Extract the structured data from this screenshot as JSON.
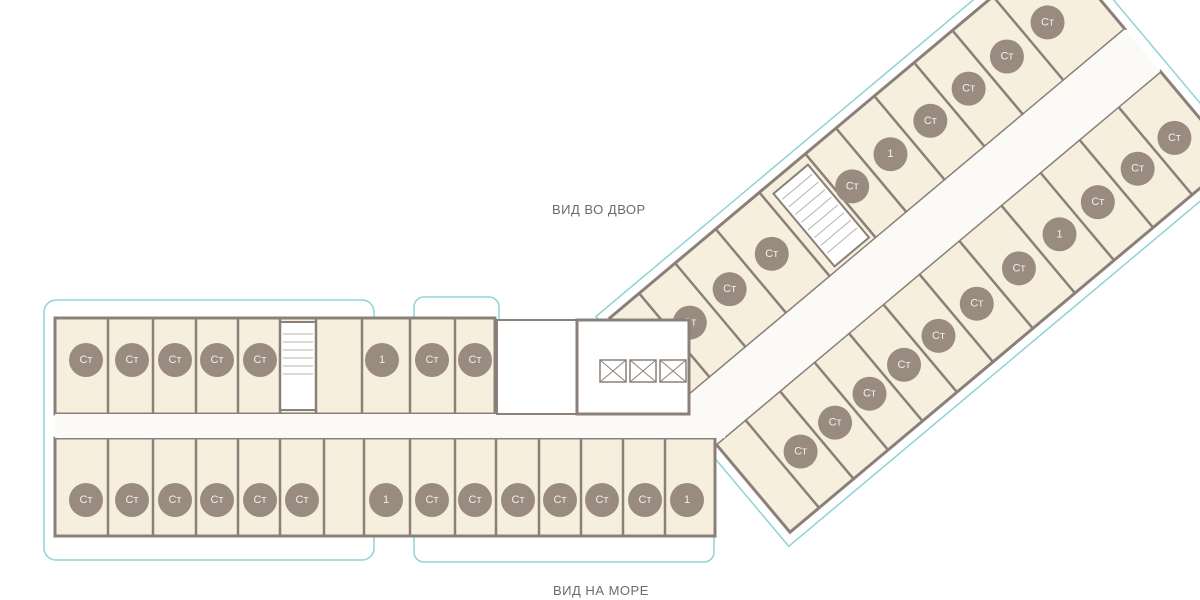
{
  "labels": {
    "yard_view": "ВИД ВО ДВОР",
    "sea_view": "ВИД НА МОРЕ"
  },
  "colors": {
    "background": "#ffffff",
    "unit_fill": "#f6efdd",
    "corridor": "#fbfaf7",
    "wall": "#8a8079",
    "badge": "#9a8b80",
    "badge_text": "#f5efe6",
    "balcony_edge": "#8fd3d4"
  },
  "units": {
    "west_north": [
      "Ст",
      "Ст",
      "Ст",
      "Ст",
      "Ст",
      "1",
      "Ст",
      "Ст"
    ],
    "west_south": [
      "Ст",
      "Ст",
      "Ст",
      "Ст",
      "Ст",
      "Ст",
      "1",
      "Ст",
      "Ст",
      "Ст",
      "Ст",
      "Ст",
      "Ст",
      "1"
    ],
    "east_wing": [
      "Ст",
      "Ст",
      "Ст",
      "Ст",
      "Ст",
      "1",
      "Ст",
      "Ст",
      "Ст",
      "Ст",
      "Ст",
      "Ст",
      "Ст",
      "Ст",
      "Ст",
      "Ст",
      "Ст",
      "1",
      "Ст",
      "Ст",
      "Ст"
    ]
  }
}
